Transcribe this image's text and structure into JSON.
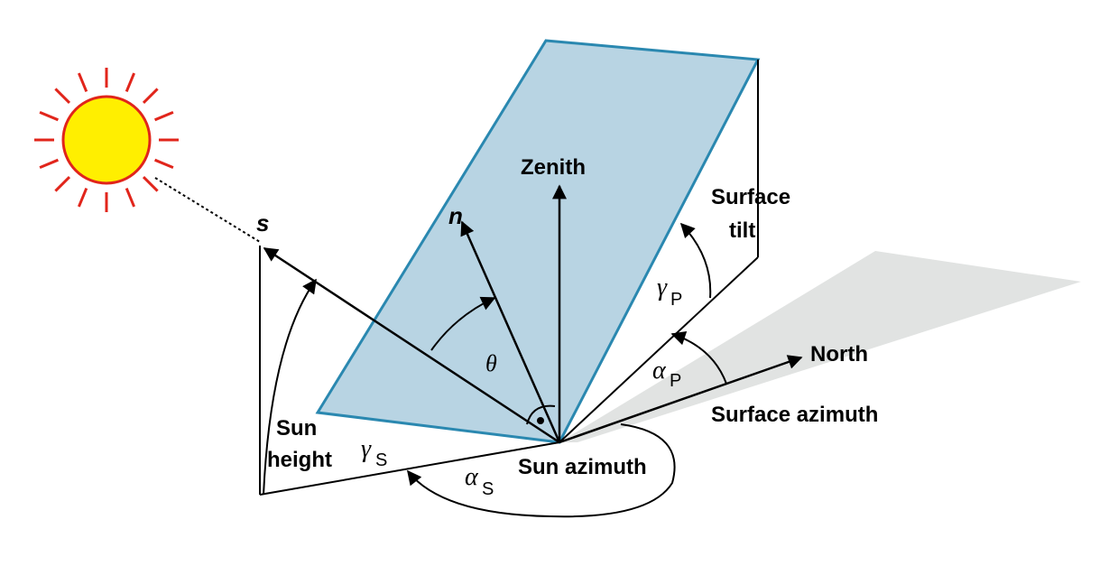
{
  "colors": {
    "panel_fill": "#b8d4e3",
    "panel_stroke": "#2a88b0",
    "ground_shadow": "#e1e3e2",
    "sun_fill": "#ffef00",
    "sun_stroke": "#e1251b",
    "ink": "#000000"
  },
  "icons": {
    "sun": "sun-icon",
    "right_angle": "right-angle-marker"
  },
  "labels": {
    "zenith": "Zenith",
    "north": "North",
    "surface_tilt_1": "Surface",
    "surface_tilt_2": "tilt",
    "surface_azimuth": "Surface azimuth",
    "sun_azimuth": "Sun azimuth",
    "sun_height_1": "Sun",
    "sun_height_2": "height",
    "vec_s": "s",
    "vec_n": "n"
  },
  "symbols": {
    "theta": "θ",
    "gamma": "γ",
    "alpha": "α",
    "sub_p": "P",
    "sub_s": "S"
  }
}
